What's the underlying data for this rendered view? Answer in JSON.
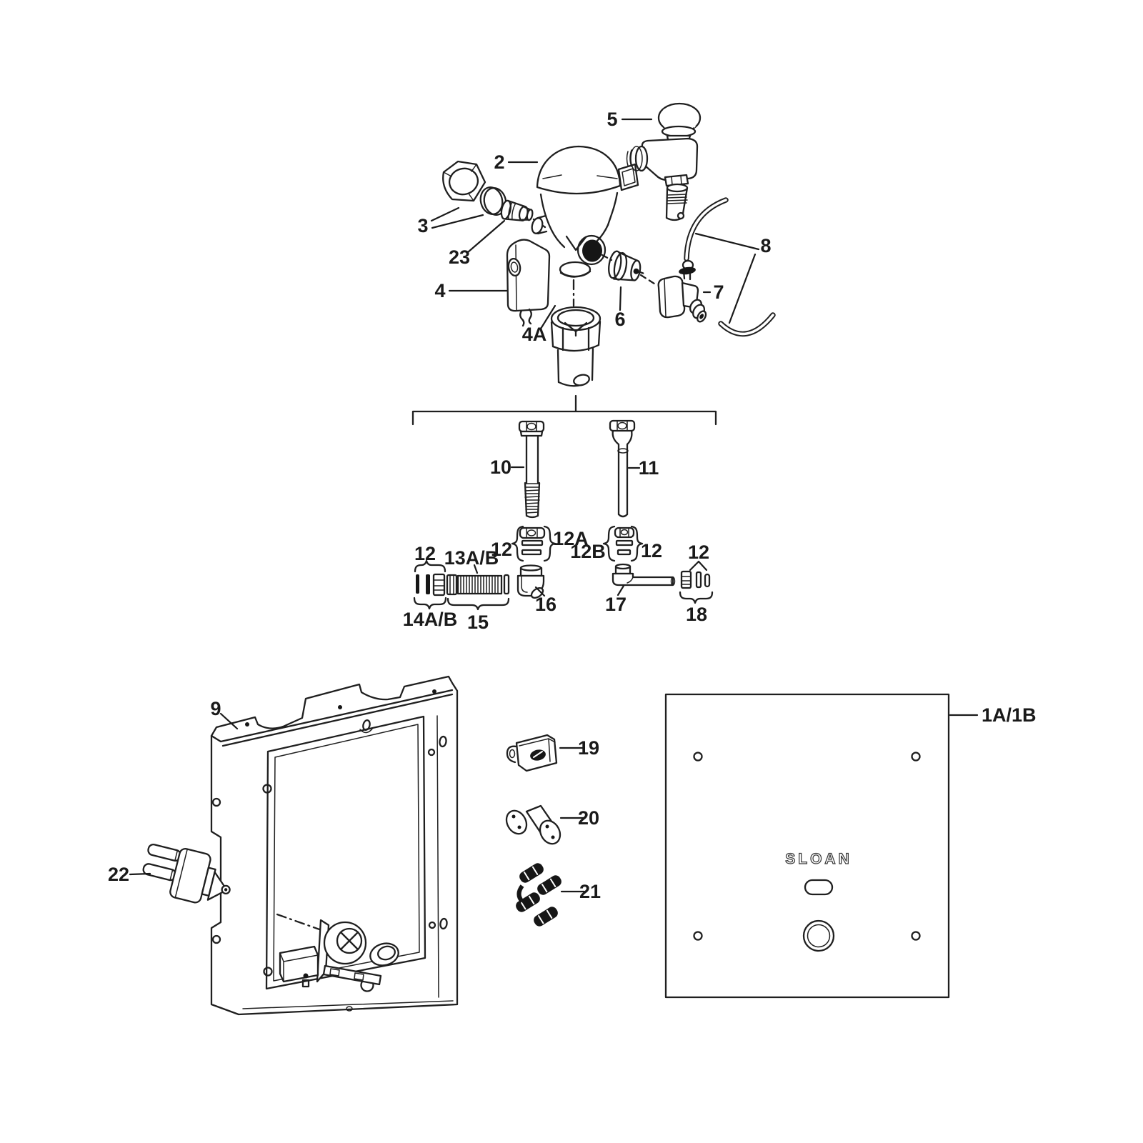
{
  "colors": {
    "background": "#ffffff",
    "ink": "#1f1f1f",
    "label": "#1a1a1a",
    "dark_fill": "#161616"
  },
  "panel": {
    "logo": "SLOAN"
  },
  "callouts": [
    "2",
    "3",
    "23",
    "4",
    "4A",
    "5",
    "6",
    "7",
    "8",
    "10",
    "11",
    "12",
    "13A/B",
    "14A/B",
    "15",
    "12",
    "12A",
    "12B",
    "12",
    "16",
    "17",
    "12",
    "18",
    "9",
    "22",
    "19",
    "20",
    "21",
    "1A/1B"
  ]
}
